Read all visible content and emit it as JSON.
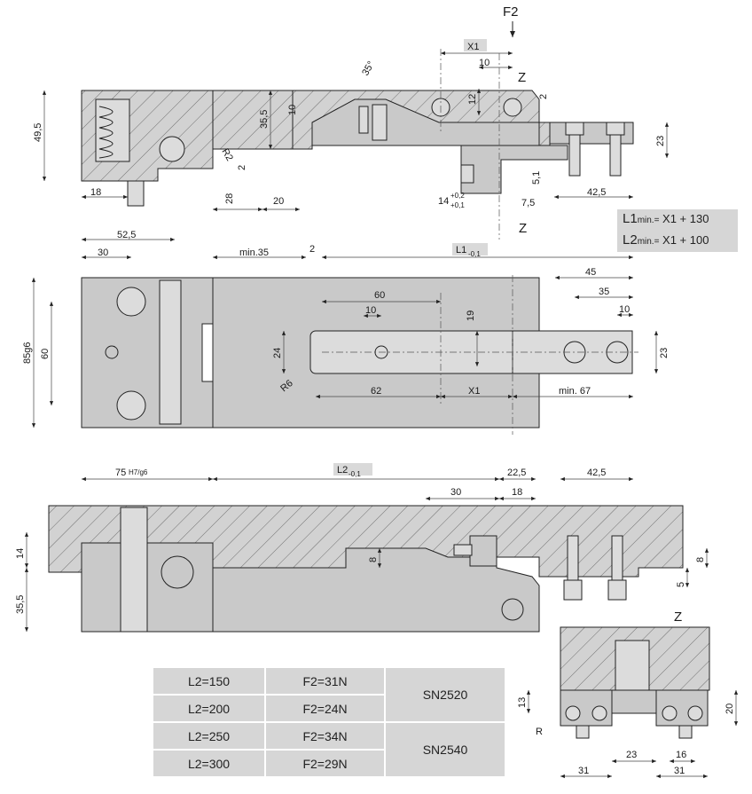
{
  "labels": {
    "force": "F2",
    "x1": "X1",
    "angle": "35°",
    "view_z": "Z",
    "view_z2": "Z"
  },
  "dims_top": [
    "49,5",
    "35,5",
    "10",
    "10",
    "12",
    "2",
    "23",
    "R2",
    "2",
    "18",
    "28",
    "20",
    "5,1",
    "7,5",
    "42,5",
    "14",
    "+0,2",
    "+0,1"
  ],
  "dims_mid": [
    "52,5",
    "30",
    "min.35",
    "2",
    "L1",
    "-0,1",
    "45",
    "35",
    "10",
    "60",
    "10",
    "19",
    "85g6",
    "60",
    "24",
    "23",
    "R6",
    "62",
    "X1",
    "min. 67"
  ],
  "dims_bottom": [
    "75",
    "H7/g6",
    "L2",
    "-0,1",
    "22,5",
    "42,5",
    "30",
    "18",
    "14",
    "8",
    "8",
    "5",
    "35,5"
  ],
  "dims_z": [
    "13",
    "20",
    "R",
    "31",
    "23",
    "16",
    "31"
  ],
  "formula": {
    "l1_label": "L1",
    "l1_min": "min.=",
    "l1_expr": "X1 + 130",
    "l2_label": "L2",
    "l2_min": "min.=",
    "l2_expr": "X1 + 100"
  },
  "table": {
    "rows": [
      {
        "l": "L2=150",
        "f": "F2=31N"
      },
      {
        "l": "L2=200",
        "f": "F2=24N"
      },
      {
        "l": "L2=250",
        "f": "F2=34N"
      },
      {
        "l": "L2=300",
        "f": "F2=29N"
      }
    ],
    "models": [
      "SN2520",
      "SN2540"
    ]
  }
}
